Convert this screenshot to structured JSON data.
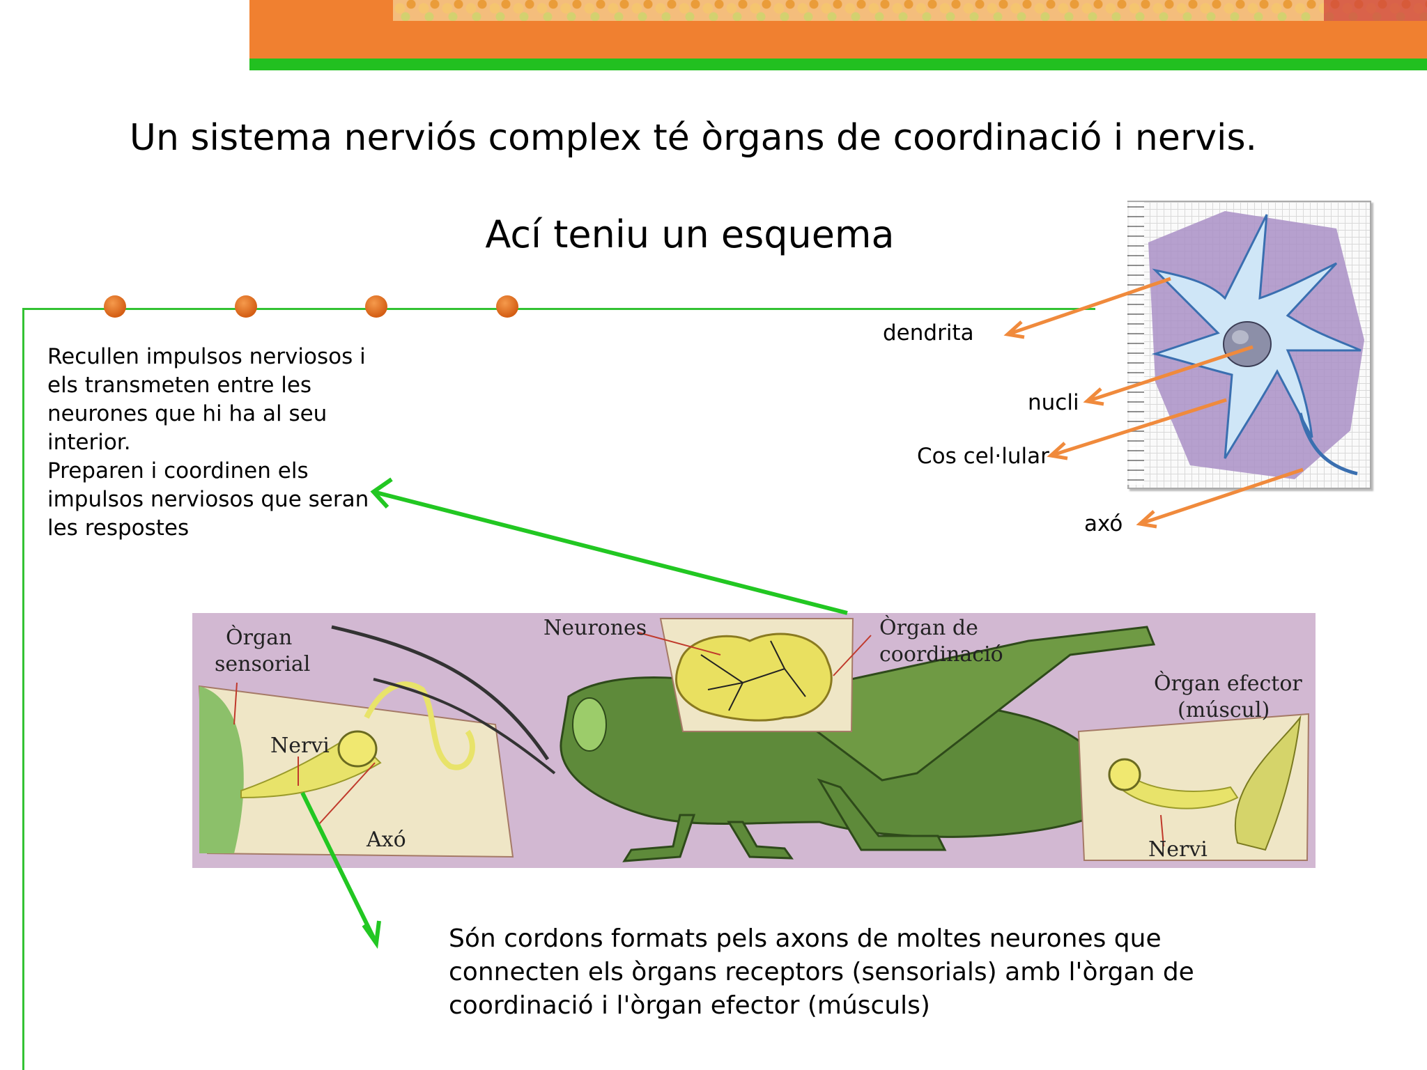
{
  "title": "Un sistema nerviós complex té òrgans de coordinació i nervis.",
  "subtitle": "Ací teniu un esquema",
  "coordination_text": [
    "Recullen impulsos nerviosos i els transmeten entre les neurones que hi ha al seu interior.",
    "Preparen i coordinen els impulsos nerviosos que seran les respostes"
  ],
  "nerve_text": "Són cordons formats pels axons de moltes neurones que connecten els òrgans receptors (sensorials) amb l'òrgan de coordinació i l'òrgan efector (músculs)",
  "neuron_labels": {
    "dendrite": "dendrita",
    "nucleus": "nucli",
    "cell_body": "Cos cel·lular",
    "axon": "axó"
  },
  "diagram_labels": {
    "sensory_organ_line1": "Òrgan",
    "sensory_organ_line2": "sensorial",
    "nerve_left": "Nervi",
    "axon": "Axó",
    "neurons": "Neurones",
    "coord_organ_line1": "Òrgan de",
    "coord_organ_line2": "coordinació",
    "effector_line1": "Òrgan efector",
    "effector_line2": "(múscul)",
    "nerve_right": "Nervi"
  },
  "colors": {
    "header_orange": "#f08030",
    "header_green": "#22c020",
    "frame_green": "#33c233",
    "arrow_green": "#22c722",
    "arrow_orange": "#f08a3c",
    "diagram_background": "#d2b8d2",
    "grasshopper": "#5e8a3a"
  }
}
